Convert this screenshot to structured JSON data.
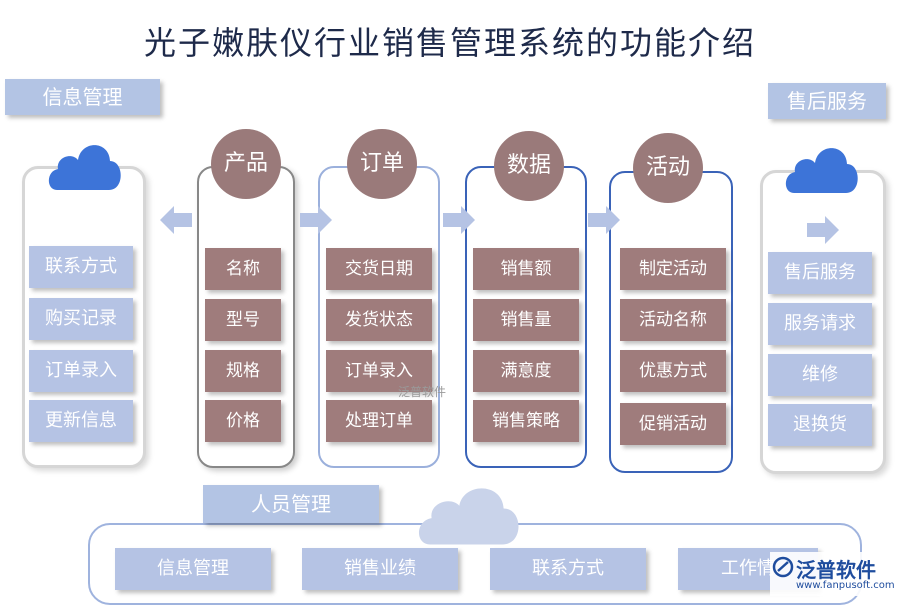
{
  "title": "光子嫩肤仪行业销售管理系统的功能介绍",
  "info": {
    "label": "信息管理",
    "items": [
      "联系方式",
      "购买记录",
      "订单录入",
      "更新信息"
    ]
  },
  "product": {
    "label": "产品",
    "items": [
      "名称",
      "型号",
      "规格",
      "价格"
    ]
  },
  "order": {
    "label": "订单",
    "items": [
      "交货日期",
      "发货状态",
      "订单录入",
      "处理订单"
    ]
  },
  "data": {
    "label": "数据",
    "items": [
      "销售额",
      "销售量",
      "满意度",
      "销售策略"
    ]
  },
  "activity": {
    "label": "活动",
    "items": [
      "制定活动",
      "活动名称",
      "优惠方式",
      "促销活动"
    ]
  },
  "after_sales": {
    "label": "售后服务",
    "items": [
      "售后服务",
      "服务请求",
      "维修",
      "退换货"
    ]
  },
  "staff": {
    "label": "人员管理",
    "items": [
      "信息管理",
      "销售业绩",
      "联系方式",
      "工作情"
    ]
  },
  "watermark": "泛普软件",
  "logo": {
    "text": "泛普软件",
    "url": "www.fanpusoft.com"
  },
  "colors": {
    "banner": "#b3c4e4",
    "circle": "#9a7a7a",
    "brown_box": "#9f7c7c",
    "cloud_blue": "#3d74d8",
    "cloud_grey": "#c9d3ea",
    "arrow": "#b5c3e4"
  }
}
